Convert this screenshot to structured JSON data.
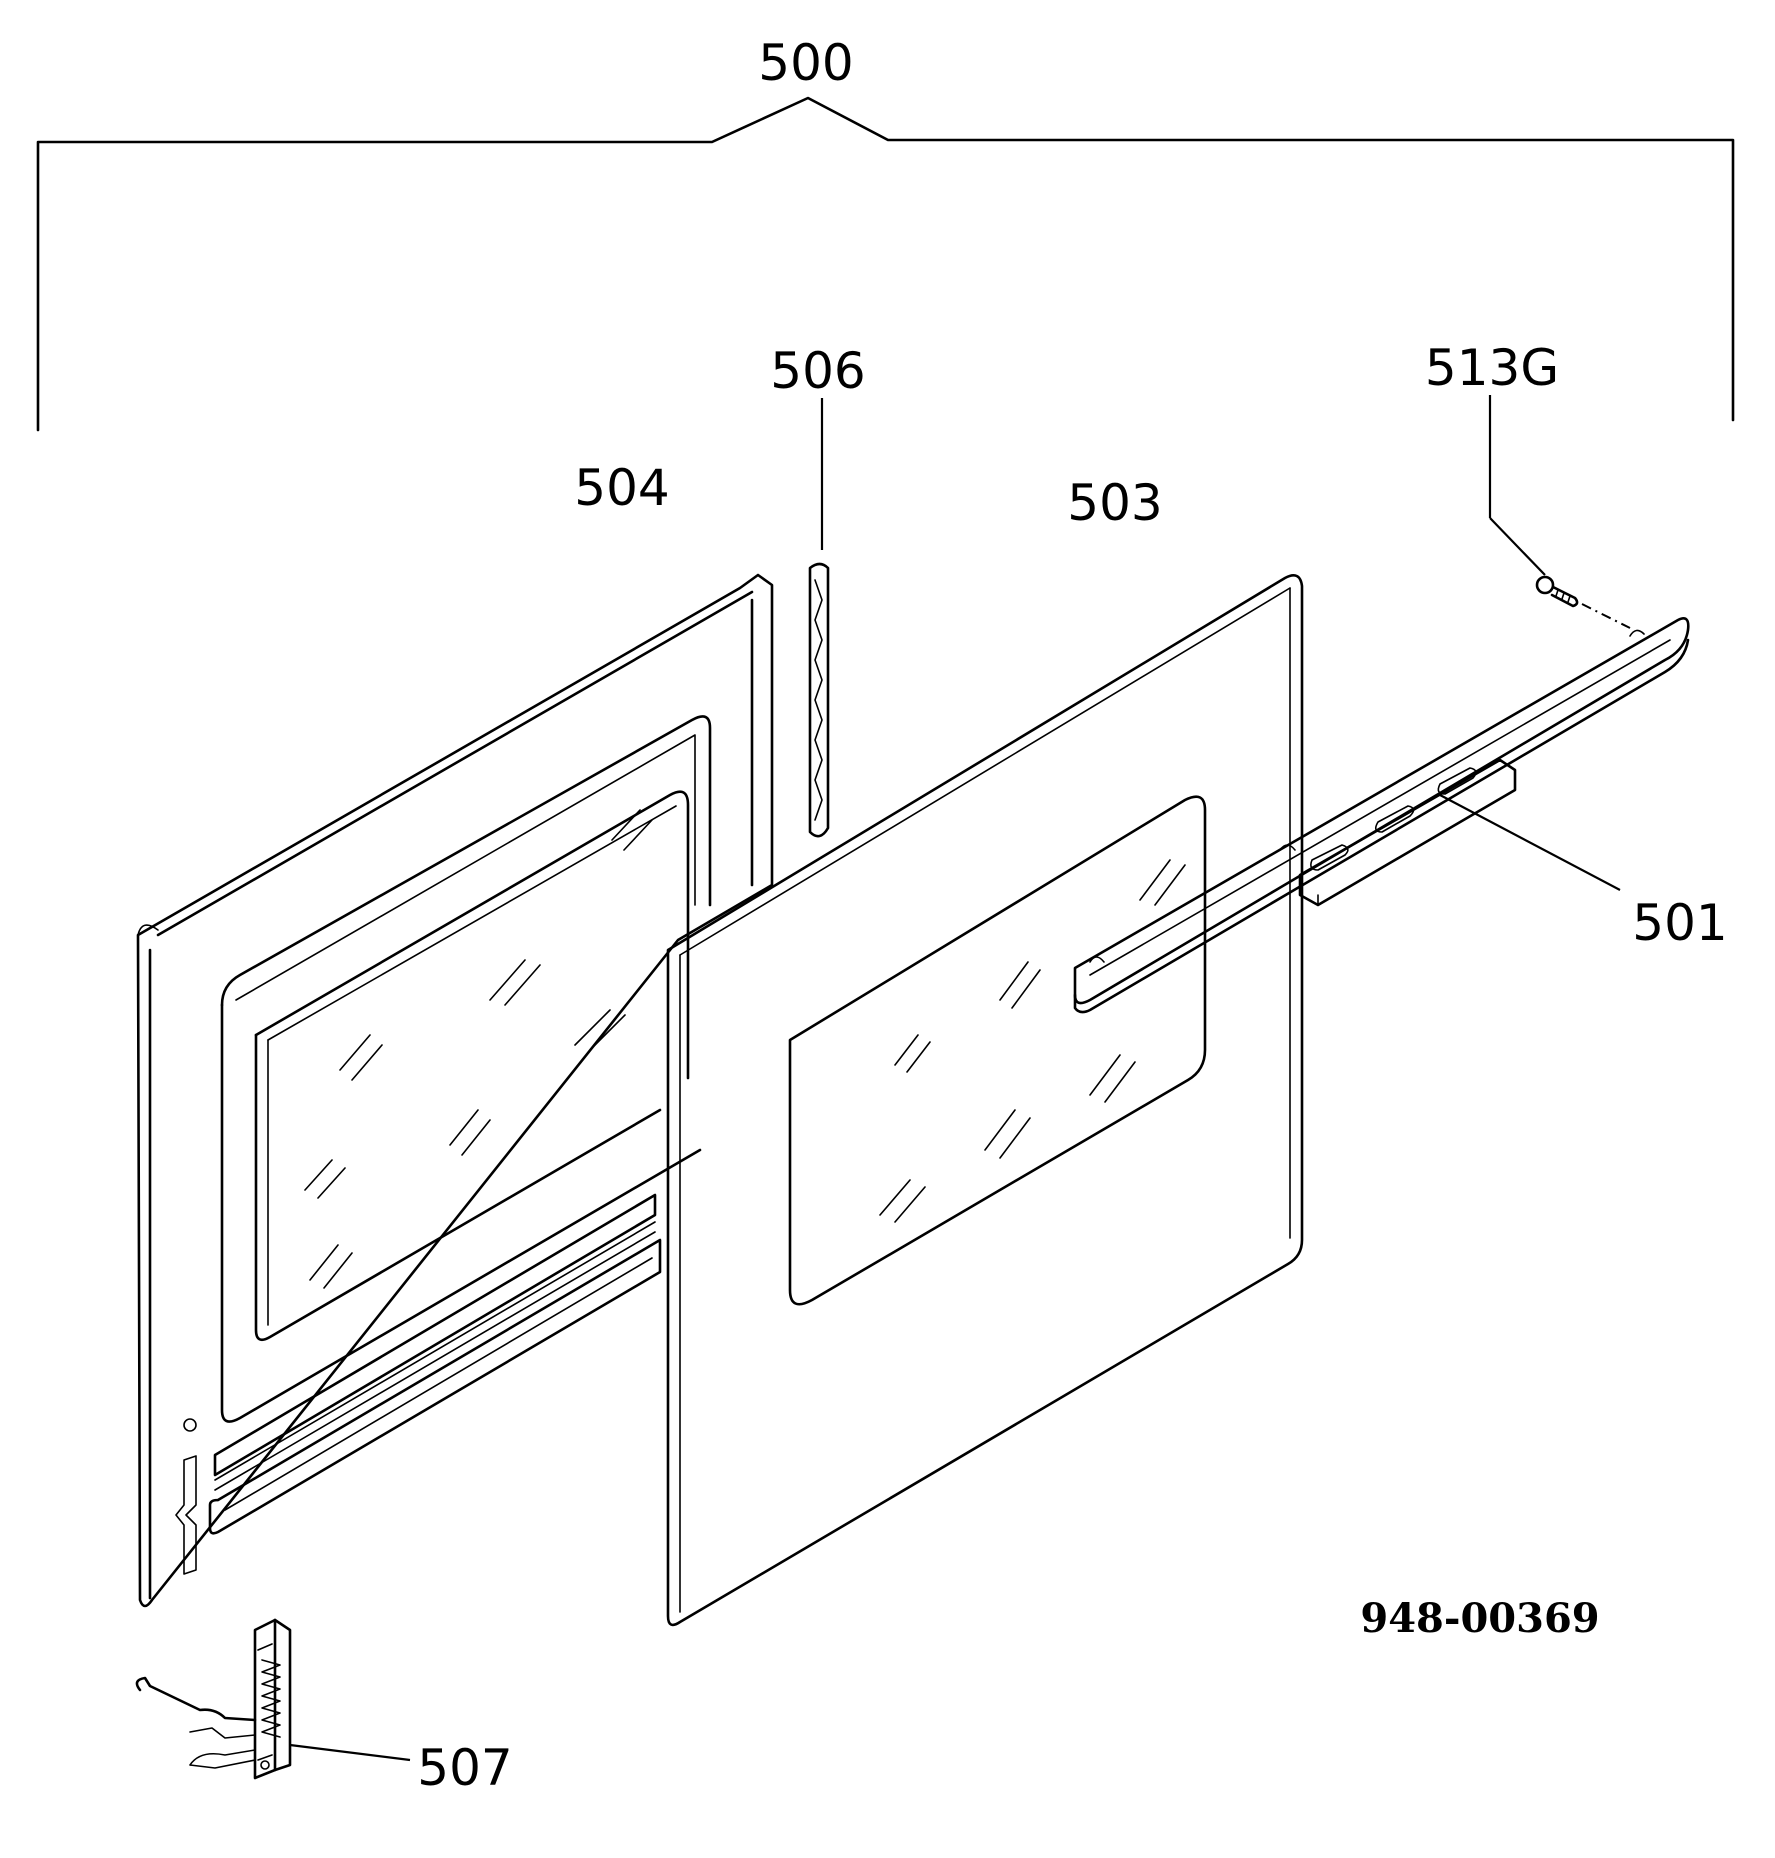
{
  "drawing_number": "948-00369",
  "labels": {
    "assembly": "500",
    "handle": "501",
    "outer_door_panel": "503",
    "inner_door_panel": "504",
    "gasket": "506",
    "hinge": "507",
    "screw": "513G"
  }
}
